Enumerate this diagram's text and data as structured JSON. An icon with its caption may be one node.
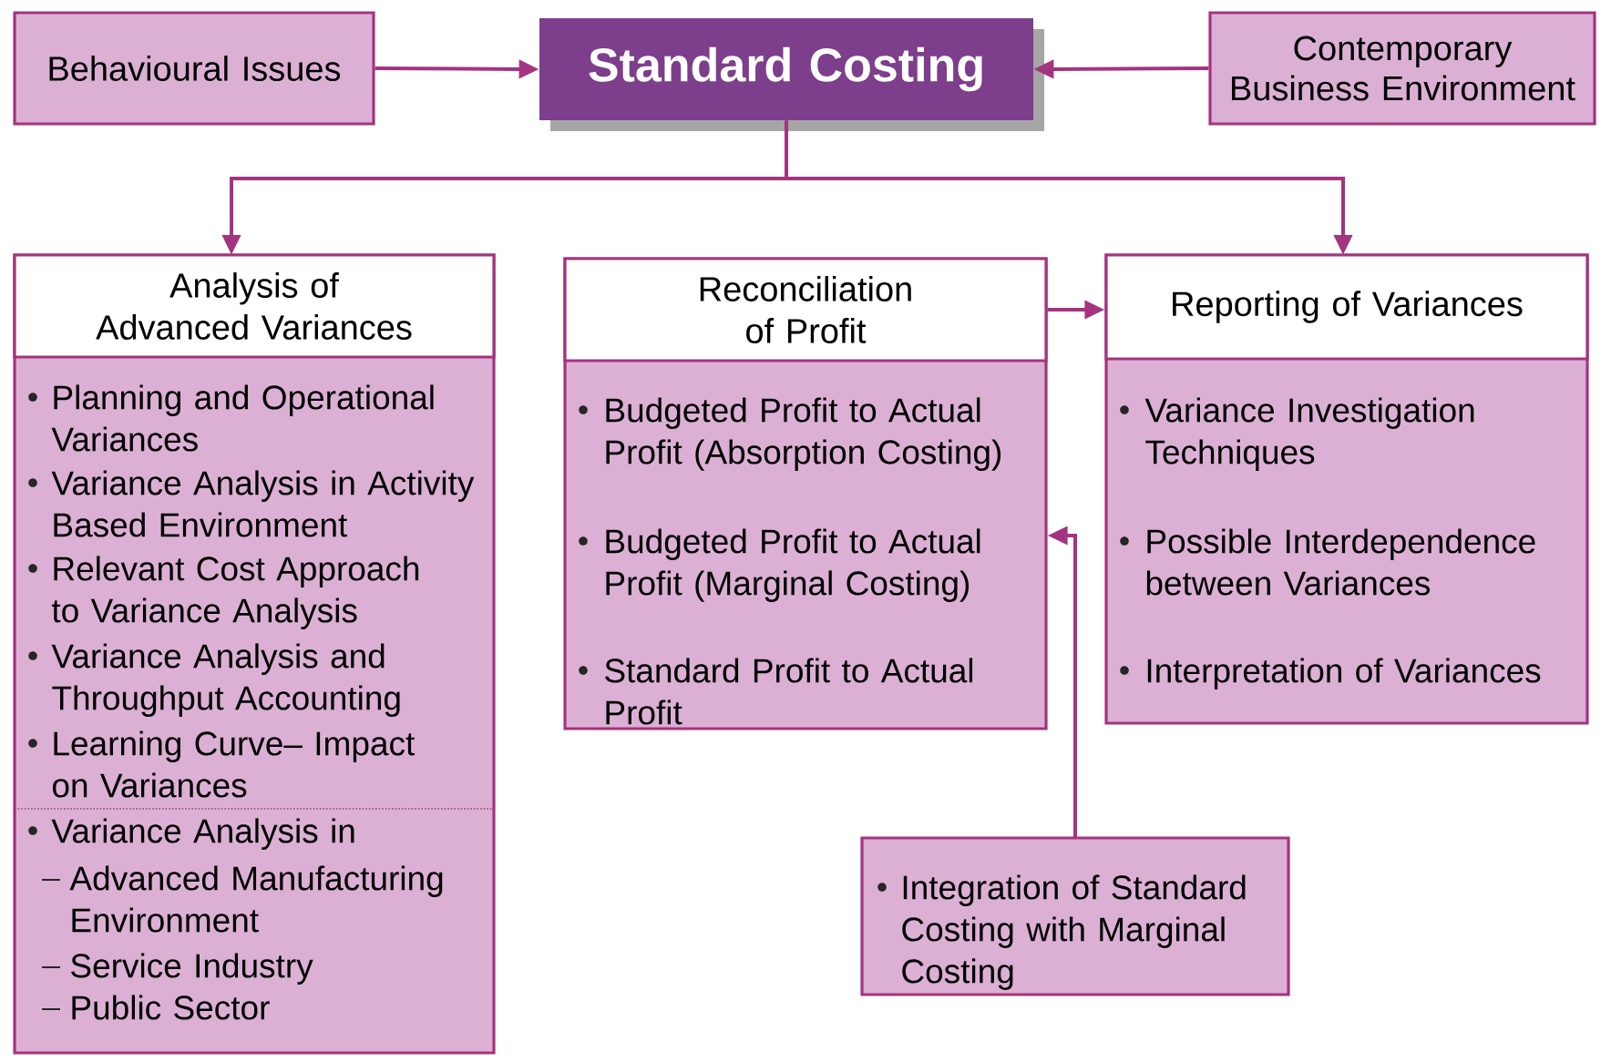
{
  "diagram": {
    "nodes": [
      {
        "text": [
          "Behavioural Issues"
        ]
      },
      {
        "text": [
          "Standard Costing"
        ]
      },
      {
        "text": [
          "Contemporary Business Environment"
        ]
      },
      {
        "text": [
          "Analysis of Advanced Variances",
          "Planning and Operational Variances",
          "Variance Analysis in Activity Based Environment",
          "Relevant Cost Approach to Variance Analysis",
          "Variance Analysis and Throughput Accounting",
          "Learning Curve– Impact on Variances",
          "Variance Analysis in",
          "Advanced Manufacturing Environment",
          "Service Industry",
          "Public Sector"
        ]
      },
      {
        "text": [
          "Reconciliation of Profit",
          "Budgeted Profit to Actual Profit (Absorption Costing)",
          "Budgeted Profit to Actual Profit (Marginal Costing)",
          "Standard Profit to Actual Profit"
        ]
      },
      {
        "text": [
          "Reporting of Variances",
          "Variance Investigation Techniques",
          "Possible Interdependence between Variances",
          "Interpretation of Variances"
        ]
      },
      {
        "text": [
          "Integration of Standard Costing with Marginal Costing"
        ]
      }
    ],
    "edges": [
      {
        "from": 0,
        "to": 1,
        "arrow": "to"
      },
      {
        "from": 2,
        "to": 1,
        "arrow": "to"
      },
      {
        "from": 1,
        "to": 3,
        "arrow": "to"
      },
      {
        "from": 1,
        "to": 5,
        "arrow": "to"
      },
      {
        "from": 4,
        "to": 5,
        "arrow": "to"
      },
      {
        "from": 6,
        "to": 4,
        "arrow": "to"
      }
    ]
  }
}
